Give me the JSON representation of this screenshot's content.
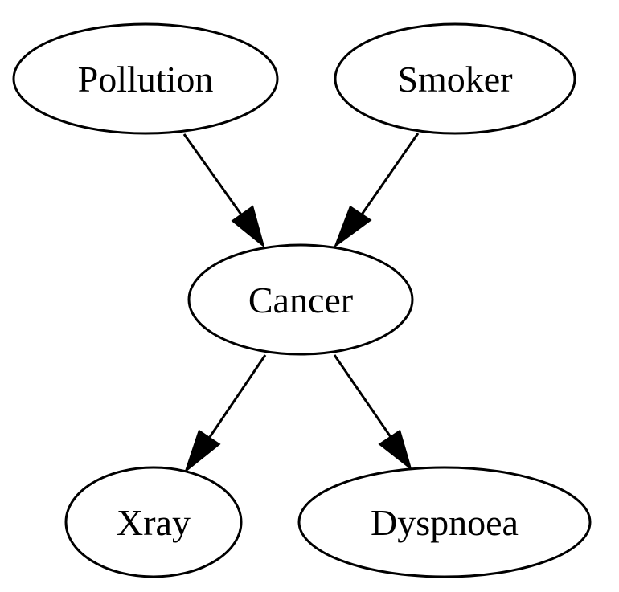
{
  "diagram": {
    "nodes": {
      "pollution": "Pollution",
      "smoker": "Smoker",
      "cancer": "Cancer",
      "xray": "Xray",
      "dyspnoea": "Dyspnoea"
    },
    "edges": [
      {
        "from": "Pollution",
        "to": "Cancer"
      },
      {
        "from": "Smoker",
        "to": "Cancer"
      },
      {
        "from": "Cancer",
        "to": "Xray"
      },
      {
        "from": "Cancer",
        "to": "Dyspnoea"
      }
    ]
  }
}
